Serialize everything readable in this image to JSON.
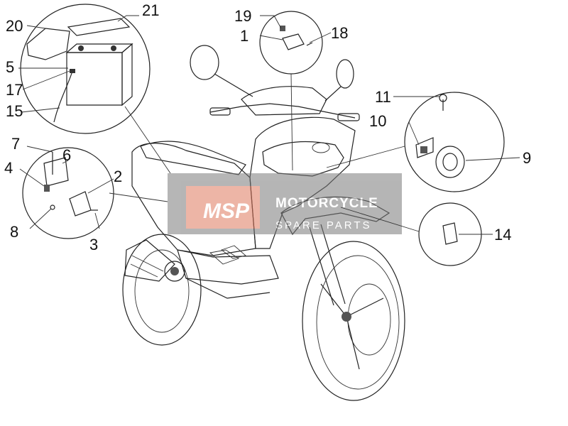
{
  "diagram": {
    "callouts": [
      "1",
      "2",
      "3",
      "4",
      "5",
      "6",
      "7",
      "8",
      "9",
      "10",
      "11",
      "14",
      "15",
      "17",
      "18",
      "19",
      "20",
      "21"
    ]
  },
  "watermark": {
    "logo": "MSP",
    "line1": "MOTORCYCLE",
    "line2": "SPARE PARTS"
  },
  "colors": {
    "background": "#ffffff",
    "linework": "#222222",
    "part_fill": "#e8e8e8",
    "dark_fill": "#555555",
    "watermark_band": "#7a7a7a",
    "watermark_logo_bg": "#e07a5f"
  }
}
